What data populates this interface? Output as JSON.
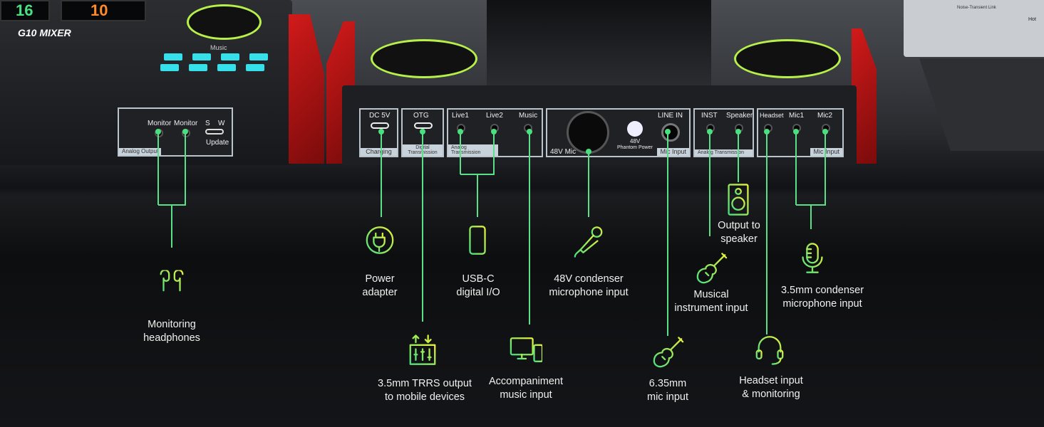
{
  "mixer": {
    "brand": "G10 MIXER",
    "screen_left": "16",
    "screen_right": "10",
    "knob_label": "Music"
  },
  "laptop": {
    "screen_text": "Noise-Transient Link",
    "hot": "Hot"
  },
  "left_panel": {
    "monitor1": "Monitor",
    "monitor2": "Monitor",
    "switch_s": "S",
    "switch_w": "W",
    "update": "Update",
    "tag": "Analog Output"
  },
  "rear_panel": {
    "dc": "DC 5V",
    "dc_tag": "Charging",
    "otg": "OTG",
    "otg_tag": "Digital Transmission",
    "live1": "Live1",
    "live2": "Live2",
    "music": "Music",
    "analog_tag": "Analog Transmission",
    "xlr": "48V Mic",
    "phantom": "48V",
    "phantom_sub": "Phantom Power",
    "line_in": "LINE IN",
    "mic_input_tag": "Mic Input",
    "inst": "INST",
    "speaker": "Speaker",
    "analog_tag2": "Analog Transmission",
    "headset": "Headset",
    "mic1": "Mic1",
    "mic2": "Mic2",
    "mic_input_tag2": "Mic Input"
  },
  "callouts": {
    "headphones": [
      "Monitoring",
      "headphones"
    ],
    "power": [
      "Power",
      "adapter"
    ],
    "usbc": [
      "USB-C",
      "digital I/O"
    ],
    "trrs": [
      "3.5mm TRRS output",
      "to mobile devices"
    ],
    "accompaniment": [
      "Accompaniment",
      "music input"
    ],
    "condenser48": [
      "48V condenser",
      "microphone input"
    ],
    "mic635": [
      "6.35mm",
      "mic input"
    ],
    "speaker": [
      "Output to",
      "speaker"
    ],
    "instrument": [
      "Musical",
      "instrument input"
    ],
    "condenser35": [
      "3.5mm condenser",
      "microphone input"
    ],
    "headset": [
      "Headset input",
      "& monitoring"
    ]
  },
  "colors": {
    "accent": "#5be08a",
    "icon_gradient": [
      "#4be07f",
      "#e8f03a"
    ],
    "device_red": "#d21a1a"
  }
}
